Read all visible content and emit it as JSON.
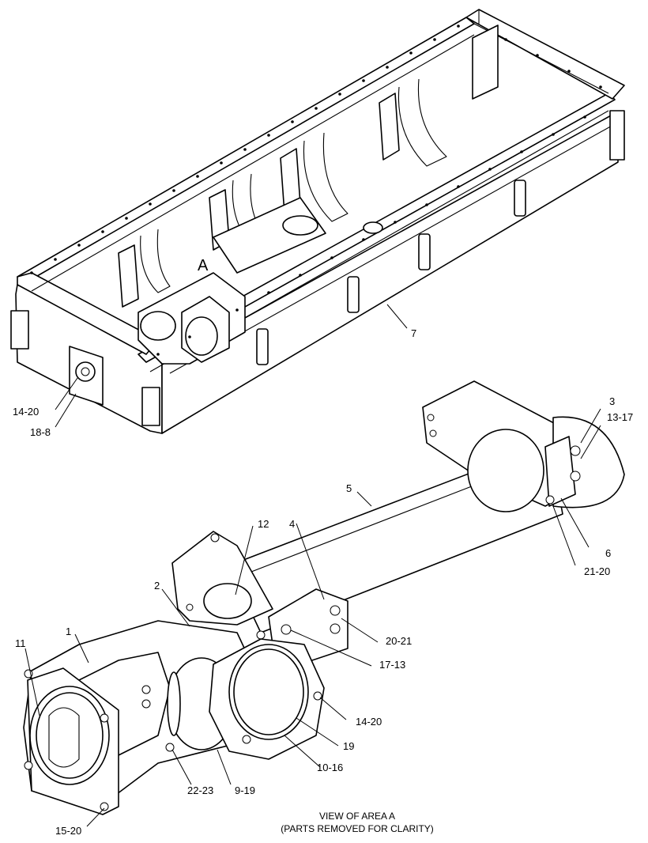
{
  "area_marker": "A",
  "callouts": {
    "c7": "7",
    "c14_20_top": "14-20",
    "c18_8": "18-8",
    "c3": "3",
    "c13_17": "13-17",
    "c5": "5",
    "c6": "6",
    "c21_20": "21-20",
    "c12": "12",
    "c4": "4",
    "c2": "2",
    "c1": "1",
    "c11": "11",
    "c20_21": "20-21",
    "c17_13": "17-13",
    "c14_20_bottom": "14-20",
    "c19": "19",
    "c10_16": "10-16",
    "c22_23": "22-23",
    "c9_19": "9-19",
    "c15_20": "15-20"
  },
  "caption": {
    "line1": "VIEW OF AREA A",
    "line2": "(PARTS REMOVED FOR CLARITY)"
  }
}
